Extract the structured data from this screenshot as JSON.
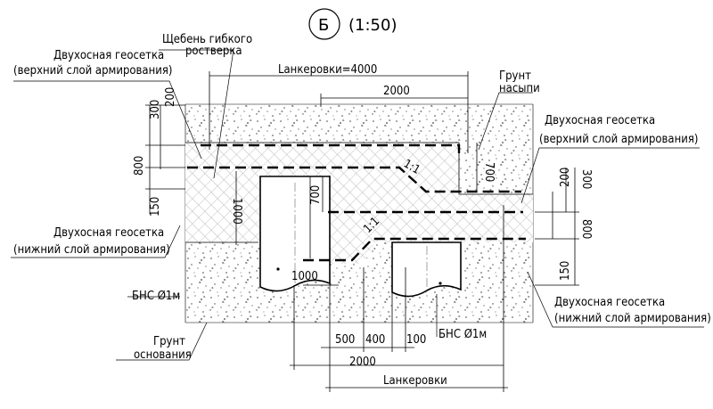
{
  "header": {
    "section_letter": "Б",
    "scale": "(1:50)"
  },
  "callouts": {
    "gravel_line1": "Щебень гибкого",
    "gravel_line2": "ростверка",
    "geo_upper_left_1": "Двухосная геосетка",
    "geo_upper_left_2": "(верхний слой армирования)",
    "geo_lower_left_1": "Двухосная геосетка",
    "geo_lower_left_2": "(нижний слой армирования)",
    "geo_upper_right_1": "Двухосная геосетка",
    "geo_upper_right_2": "(верхний слой армирования)",
    "geo_lower_right_1": "Двухосная геосетка",
    "geo_lower_right_2": "(нижний слой армирования)",
    "fill_soil_1": "Грунт",
    "fill_soil_2": "насыпи",
    "base_soil_1": "Грунт",
    "base_soil_2": "основания",
    "pile_left": "БНС Ø1м",
    "pile_right": "БНС Ø1м"
  },
  "dimensions": {
    "anchor_top": "Lанкеровки=4000",
    "d2000_top": "2000",
    "d300_left": "300",
    "d200_left": "200",
    "d800_left": "800",
    "d150_left": "150",
    "d700_mid": "700",
    "d1000_mid": "1000",
    "d700_right": "700",
    "d200_right": "200",
    "d300_right": "300",
    "d800_right": "800",
    "d150_right": "150",
    "d1000_bottom": "1000",
    "d500": "500",
    "d400": "400",
    "d100": "100",
    "d2000_bottom": "2000",
    "anchor_bottom": "Lанкеровки",
    "slope_upper": "1:1",
    "slope_lower": "1:1"
  }
}
